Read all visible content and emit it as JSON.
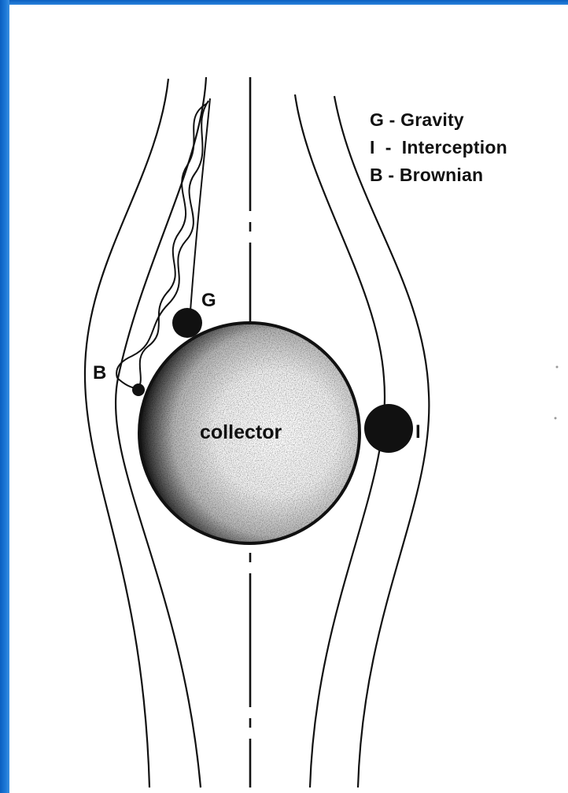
{
  "legend": {
    "gravity": "G - Gravity",
    "interception": "I  -  Interception",
    "brownian": "B - Brownian"
  },
  "labels": {
    "gravity": "G",
    "interception": "I",
    "brownian": "B",
    "collector": "collector"
  },
  "colors": {
    "frame": "#1d79d8",
    "ink": "#111111",
    "background": "#ffffff"
  }
}
